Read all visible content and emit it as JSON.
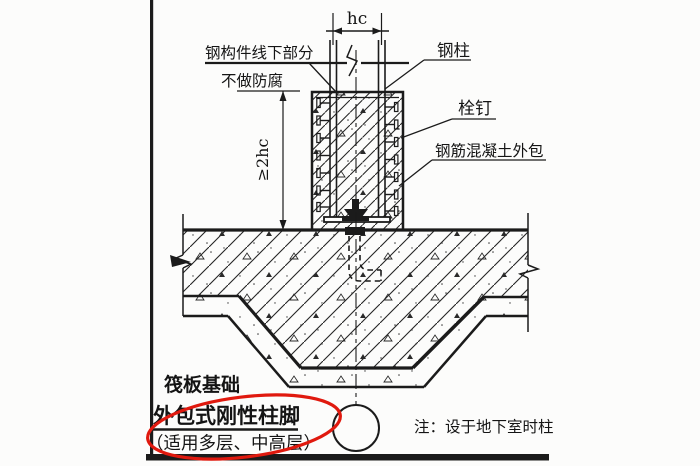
{
  "colors": {
    "ink": "#1b1b1b",
    "highlight_red": "#e0190e",
    "paper": "#fcfcfb"
  },
  "dimensions": {
    "column_depth": "hc",
    "encasement_height": "≥2hc"
  },
  "callouts": {
    "no_corrosion_line1": "钢构件线下部分",
    "no_corrosion_line2": "不做防腐",
    "steel_column": "钢柱",
    "shear_stud": "栓钉",
    "rc_encasement": "钢筋混凝土外包"
  },
  "caption": {
    "foundation_type": "筏板基础",
    "title": "外包式刚性柱脚",
    "applicability": "（适用多层、中高层）"
  },
  "note": "注：设于地下室时柱"
}
